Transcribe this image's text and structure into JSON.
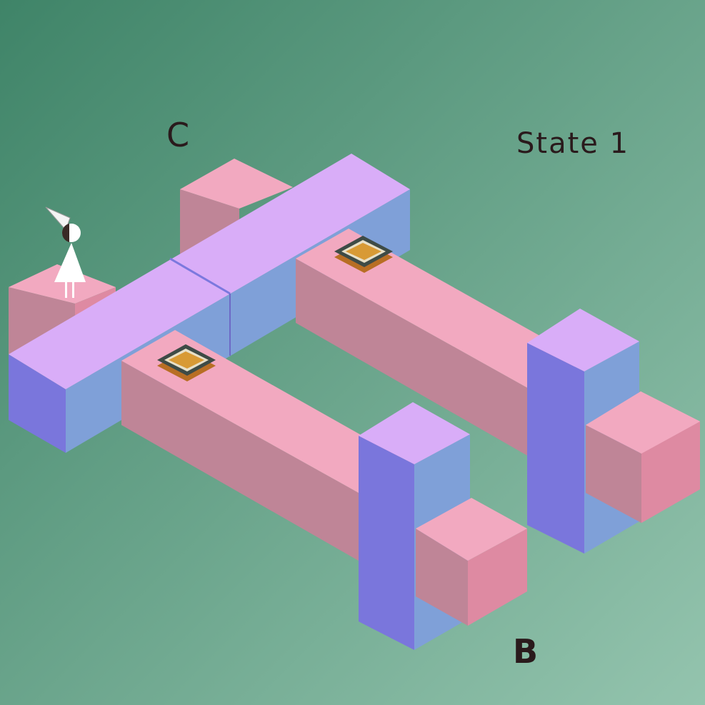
{
  "labels": {
    "point_c": "C",
    "point_b": "B",
    "state": "State 1"
  },
  "colors": {
    "background_dark": "#3f8468",
    "background_light": "#94c4ae",
    "pink_top": "#f2a9c0",
    "pink_left": "#bf8597",
    "pink_right": "#de8aa2",
    "lavender_top": "#d9adf8",
    "blue_left": "#7a76dc",
    "blue_right": "#7fa0d8",
    "switch_outer": "#3e4b46",
    "switch_inner": "#d89a35"
  },
  "items": {
    "character": "princess-figure",
    "switches": [
      "pressure-switch",
      "pressure-switch"
    ]
  }
}
